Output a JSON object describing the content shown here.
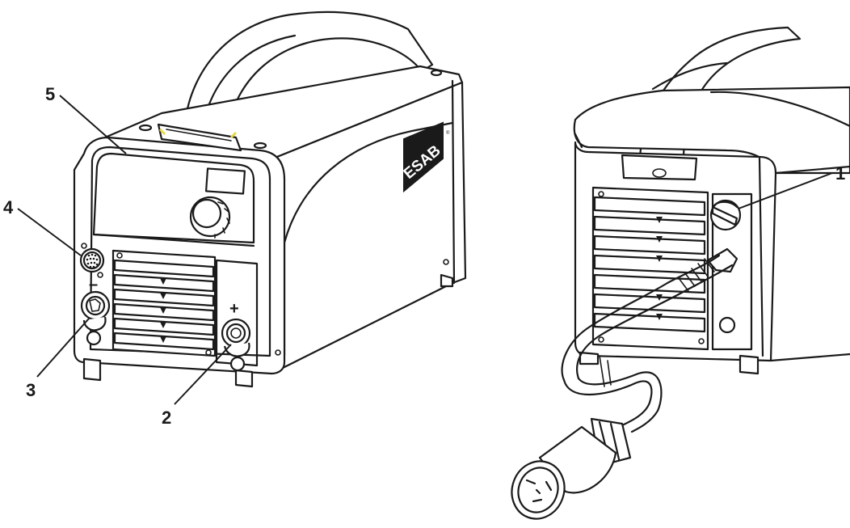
{
  "figure": {
    "callouts": [
      {
        "id": "1",
        "label": "1"
      },
      {
        "id": "2",
        "label": "2"
      },
      {
        "id": "3",
        "label": "3"
      },
      {
        "id": "4",
        "label": "4"
      },
      {
        "id": "5",
        "label": "5"
      }
    ],
    "symbols": {
      "positive": "+",
      "negative": "–"
    },
    "brand_logo": {
      "text": "ESAB",
      "registered": "®"
    },
    "colors": {
      "line": "#1a1a1a",
      "background": "#ffffff",
      "logo_fill": "#1a1a1a",
      "accent": "#e8d84a"
    }
  }
}
